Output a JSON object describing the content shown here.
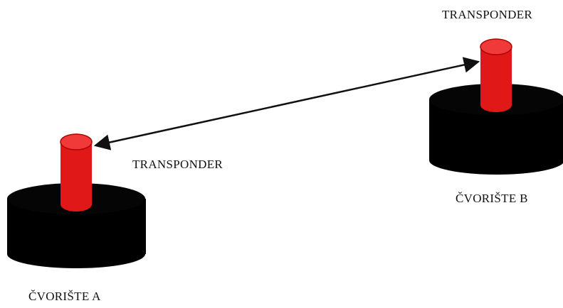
{
  "labels": {
    "transponder_b": "TRANSPONDER",
    "transponder_a": "TRANSPONDER",
    "node_b": "ČVORIŠTE B",
    "node_a": "ČVORIŠTE A"
  },
  "colors": {
    "base": "#000000",
    "transponder": "#e01818",
    "link": "#111111",
    "background": "#ffffff"
  },
  "link": {
    "direction": "bidirectional"
  }
}
